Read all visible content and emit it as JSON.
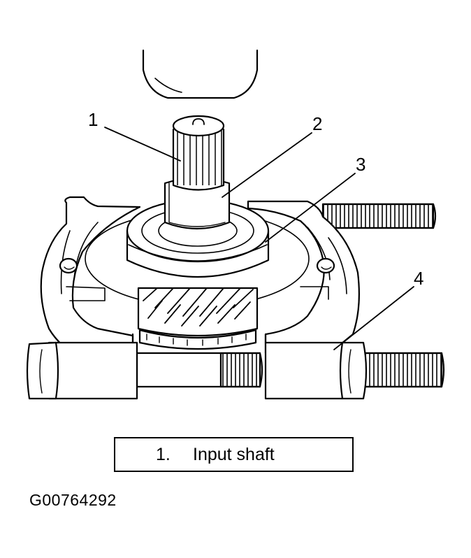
{
  "diagram": {
    "callouts": [
      "1",
      "2",
      "3",
      "4"
    ]
  },
  "legend": {
    "items": [
      {
        "number": "1.",
        "label": "Input shaft"
      }
    ]
  },
  "figure_id": "G00764292"
}
